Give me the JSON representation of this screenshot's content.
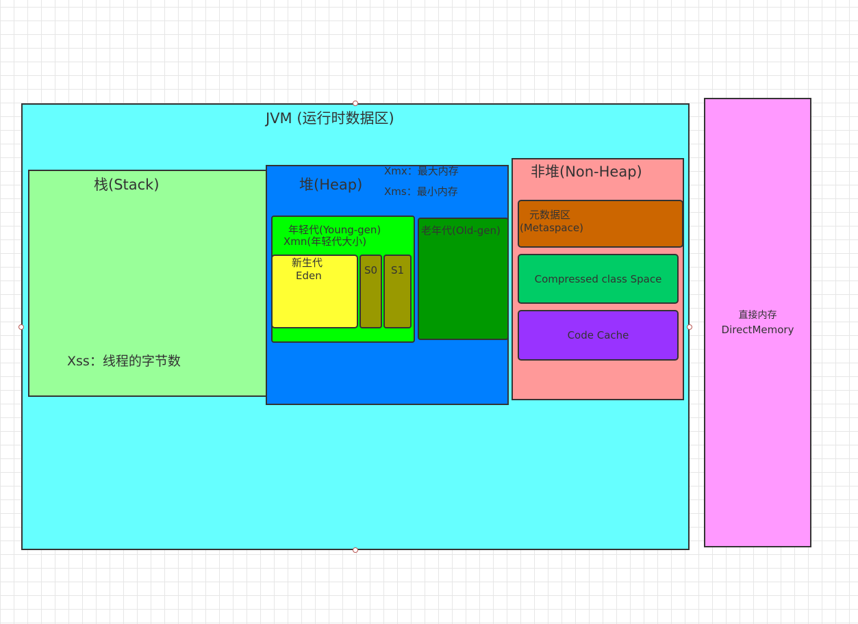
{
  "jvm": {
    "title": "JVM (运行时数据区)",
    "color": "#66ffff"
  },
  "stack": {
    "title": "栈(Stack)",
    "xss": "Xss：线程的字节数",
    "color": "#99ff99"
  },
  "heap": {
    "title": "堆(Heap)",
    "xmx": "Xmx：最大内存",
    "xms": "Xms：最小内存",
    "color": "#007fff",
    "young": {
      "title": "年轻代(Young-gen)",
      "xmn": "Xmn(年轻代大小)",
      "color": "#00ff00",
      "eden": {
        "line1": "新生代",
        "line2": "Eden",
        "color": "#ffff33"
      },
      "s0": {
        "label": "S0",
        "color": "#999900"
      },
      "s1": {
        "label": "S1",
        "color": "#999900"
      }
    },
    "old": {
      "title": "老年代(Old-gen)",
      "color": "#009900"
    }
  },
  "nonheap": {
    "title": "非堆(Non-Heap)",
    "color": "#ff9999",
    "metaspace": {
      "line1": "元数据区",
      "line2": "(Metaspace)",
      "color": "#cc6600"
    },
    "ccs": {
      "label": "Compressed class Space",
      "color": "#00cc66"
    },
    "codecache": {
      "label": "Code Cache",
      "color": "#9933ff"
    }
  },
  "direct": {
    "line1": "直接内存",
    "line2": "DirectMemory",
    "color": "#ff99ff"
  }
}
